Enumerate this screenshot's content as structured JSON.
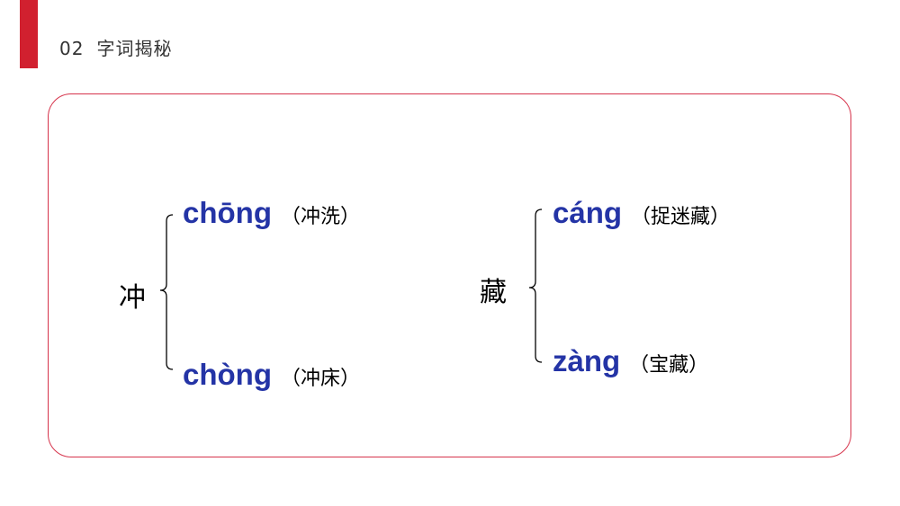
{
  "header": {
    "number": "02",
    "title": "字词揭秘"
  },
  "colors": {
    "accent": "#d1202f",
    "border": "#d6334b",
    "pinyin": "#2434a6"
  },
  "entries": [
    {
      "character": "冲",
      "readings": [
        {
          "pinyin": "chōng",
          "word": "（冲洗）"
        },
        {
          "pinyin": "chòng",
          "word": "（冲床）"
        }
      ]
    },
    {
      "character": "藏",
      "readings": [
        {
          "pinyin": "cáng",
          "word": "（捉迷藏）"
        },
        {
          "pinyin": "zàng",
          "word": "（宝藏）"
        }
      ]
    }
  ]
}
